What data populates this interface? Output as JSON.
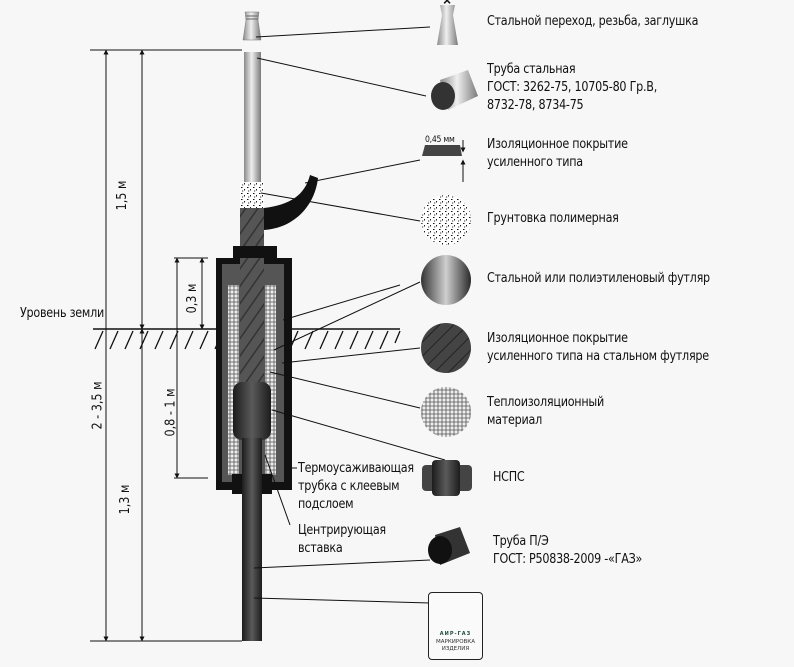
{
  "ground_level_label": "Уровень земли",
  "dimensions": {
    "above_ground": "1,5 м",
    "total_depth": "2 - 3,5 м",
    "below_ground": "1,3 м",
    "case_above": "0,3 м",
    "case_below": "0,8 - 1 м"
  },
  "legend": [
    {
      "id": "steel-transition",
      "lines": [
        "Стальной переход, резьба, заглушка"
      ]
    },
    {
      "id": "steel-pipe",
      "lines": [
        "Труба стальная",
        "ГОСТ: 3262-75, 10705-80 Гр.В,",
        " 8732-78, 8734-75"
      ]
    },
    {
      "id": "insulation-coating",
      "lines": [
        "Изоляционное покрытие",
        "усиленного типа"
      ],
      "thickness_label": "0,45 мм"
    },
    {
      "id": "polymer-primer",
      "lines": [
        "Грунтовка полимерная"
      ]
    },
    {
      "id": "case",
      "lines": [
        "Стальной или полиэтиленовый футляр"
      ]
    },
    {
      "id": "case-coating",
      "lines": [
        "Изоляционное покрытие",
        "усиленного типа на стальном футляре"
      ]
    },
    {
      "id": "thermal-insulation",
      "lines": [
        "Теплоизоляционный",
        "материал"
      ]
    },
    {
      "id": "nsps",
      "lines": [
        "НСПС"
      ]
    },
    {
      "id": "pe-pipe",
      "lines": [
        "Труба П/Э",
        "ГОСТ: Р50838-2009 -«ГАЗ»"
      ]
    }
  ],
  "inline_labels": {
    "heat_shrink": [
      "Термоусаживающая",
      "трубка с клеевым",
      "подслоем"
    ],
    "centering_insert": [
      "Центрирующая",
      "вставка"
    ]
  },
  "logo": {
    "brand": "АИР-ГАЗ",
    "caption": [
      "МАРКИРОВКА",
      "ИЗДЕЛИЯ"
    ],
    "colors": {
      "dark": "#1e4a3c",
      "accent": "#d8d83a"
    }
  },
  "colors": {
    "background": "#f7f7f7",
    "steel": "#b8b8b8",
    "pe_pipe": "#3a3a3a",
    "case": "#555555",
    "black": "#111111"
  }
}
